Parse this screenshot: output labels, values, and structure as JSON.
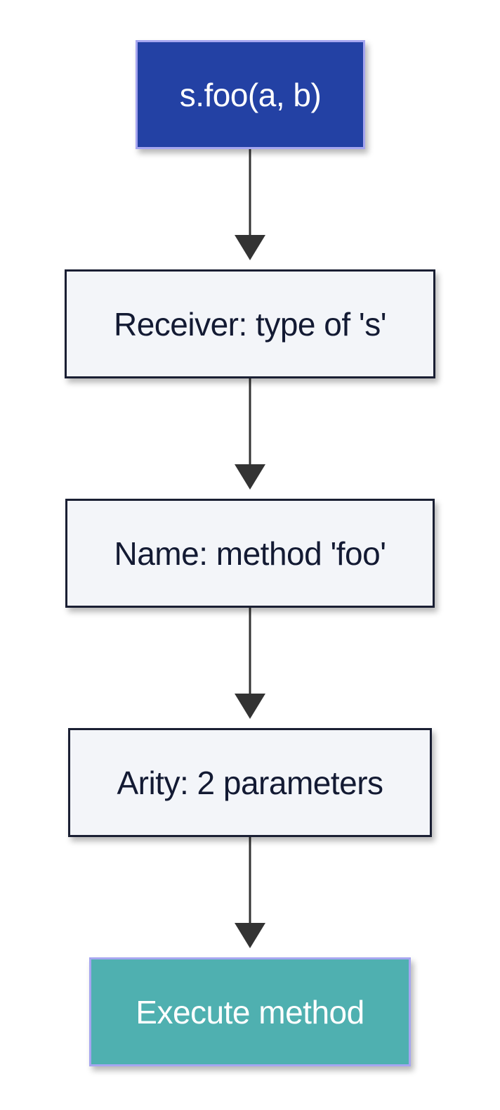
{
  "diagram": {
    "nodes": [
      {
        "id": "call",
        "label": "s.foo(a, b)",
        "fill": "#2341a4",
        "text_color": "#ffffff"
      },
      {
        "id": "receiver",
        "label": "Receiver: type of 's'",
        "fill": "#f3f5f9",
        "text_color": "#131a33"
      },
      {
        "id": "name",
        "label": "Name: method 'foo'",
        "fill": "#f3f5f9",
        "text_color": "#131a33"
      },
      {
        "id": "arity",
        "label": "Arity: 2 parameters",
        "fill": "#f3f5f9",
        "text_color": "#131a33"
      },
      {
        "id": "execute",
        "label": "Execute method",
        "fill": "#4fb0b0",
        "text_color": "#ffffff"
      }
    ],
    "edges": [
      {
        "from": "call",
        "to": "receiver"
      },
      {
        "from": "receiver",
        "to": "name"
      },
      {
        "from": "name",
        "to": "arity"
      },
      {
        "from": "arity",
        "to": "execute"
      }
    ]
  }
}
